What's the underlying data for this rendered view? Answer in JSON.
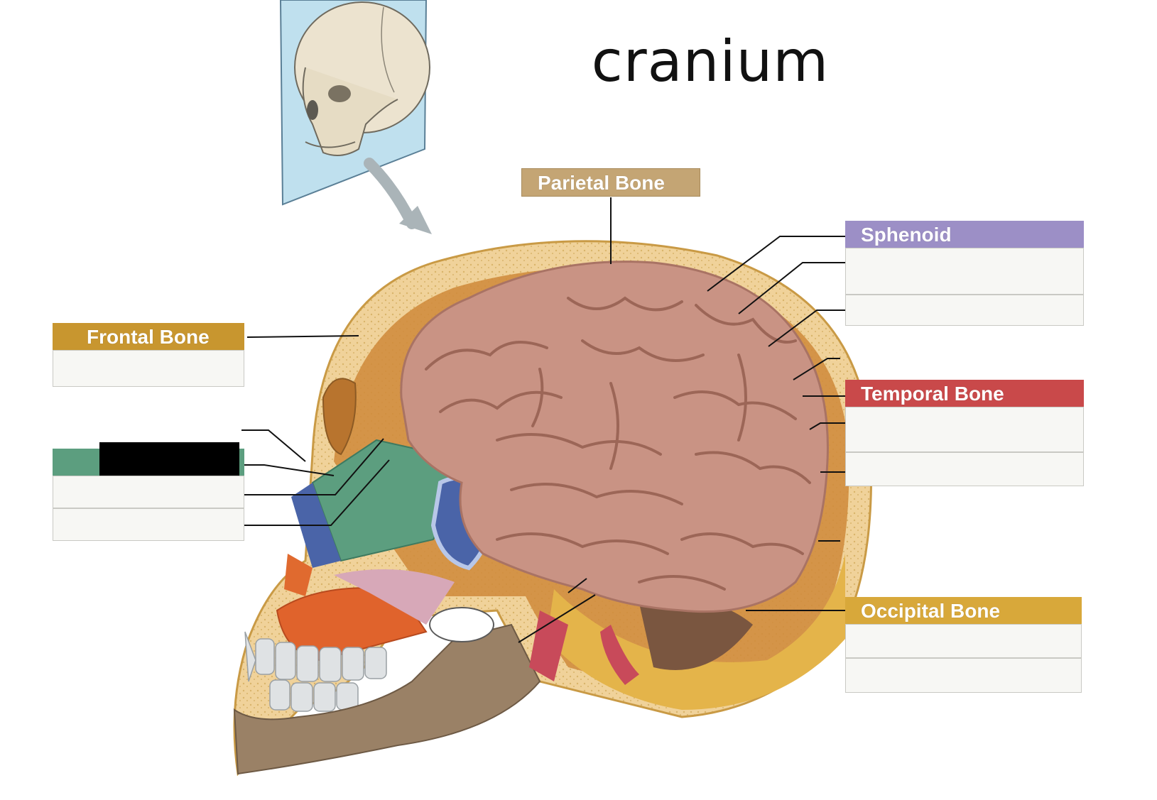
{
  "title": "cranium",
  "labels": {
    "parietal": "Parietal Bone",
    "frontal": "Frontal Bone",
    "sphenoid": "Sphenoid",
    "temporal": "Temporal Bone",
    "occipital": "Occipital Bone"
  },
  "colors": {
    "parietal": "#c4a574",
    "frontal": "#c8962f",
    "sphenoid": "#9c8fc6",
    "temporal": "#c9494a",
    "occipital": "#d8a83a",
    "ethmoid": "#5c9e7f",
    "blank_fill": "#f7f7f4",
    "blank_border": "#c9c9c4"
  }
}
